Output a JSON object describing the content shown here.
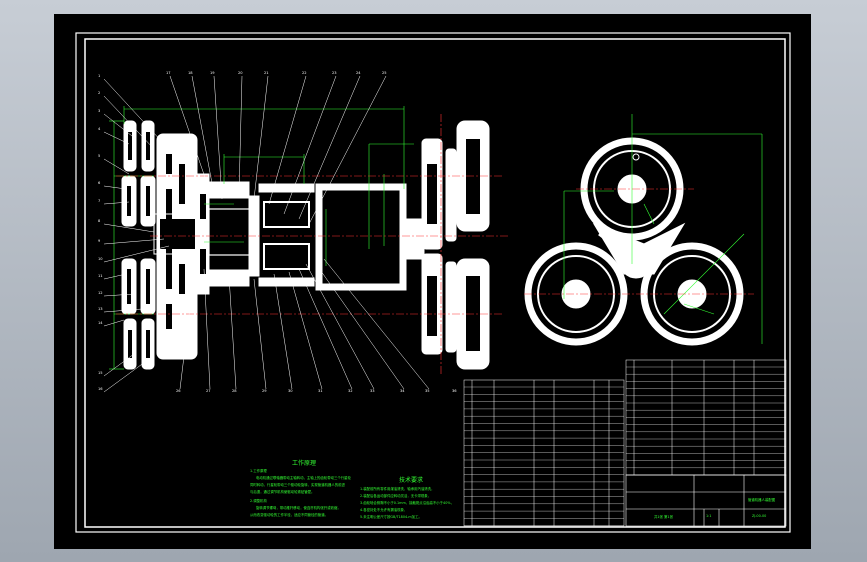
{
  "drawing": {
    "frame_color": "#ffffff",
    "part_color": "#ffffff",
    "dimension_color": "#33ff33",
    "centerline_color": "#ff3333",
    "leader_color": "#ffffff",
    "background": "#000000"
  },
  "balloons_left": [
    "1",
    "2",
    "3",
    "4",
    "5",
    "6",
    "7",
    "8",
    "9",
    "10",
    "11",
    "12",
    "13",
    "14",
    "15",
    "16"
  ],
  "balloons_top": [
    "17",
    "18",
    "19",
    "20",
    "21",
    "22",
    "23",
    "24",
    "25"
  ],
  "balloons_bottom": [
    "26",
    "27",
    "28",
    "29",
    "30",
    "31",
    "32",
    "33",
    "34",
    "35",
    "36"
  ],
  "notes_left": {
    "title": "工作原理",
    "lines": [
      "1.工作原理",
      "电动机通过联轴器带动主轴转动，主轴上的齿轮带动三个行星轮",
      "同时转动，行星轮带动三个驱动轮旋转，实现管道机器人的前进",
      "与后退，通过调节机构使驱动轮紧贴管壁。",
      "2.调整机构",
      "旋转调节螺母，带动推杆移动，使连杆机构张开或收缩，",
      "从而改变驱动轮的工作半径，适应不同管径的管道。"
    ]
  },
  "notes_right": {
    "title": "技术要求",
    "lines": [
      "1.装配前所有零件用煤油清洗，轴承用汽油清洗，",
      "2.装配后各运动部件应转动灵活，无卡滞现象，",
      "3.齿轮啮合侧隙不小于0.1mm，接触斑点沿齿高不小于40%，",
      "4.各密封处不允许有漏油现象，",
      "5.未注明公差尺寸按GB/T1804-m加工。"
    ]
  },
  "title_block": {
    "drawing_name": "管道机器人装配图",
    "drawing_number": "ZJ-00-00",
    "scale": "1:1",
    "sheet": "共1张 第1张"
  }
}
